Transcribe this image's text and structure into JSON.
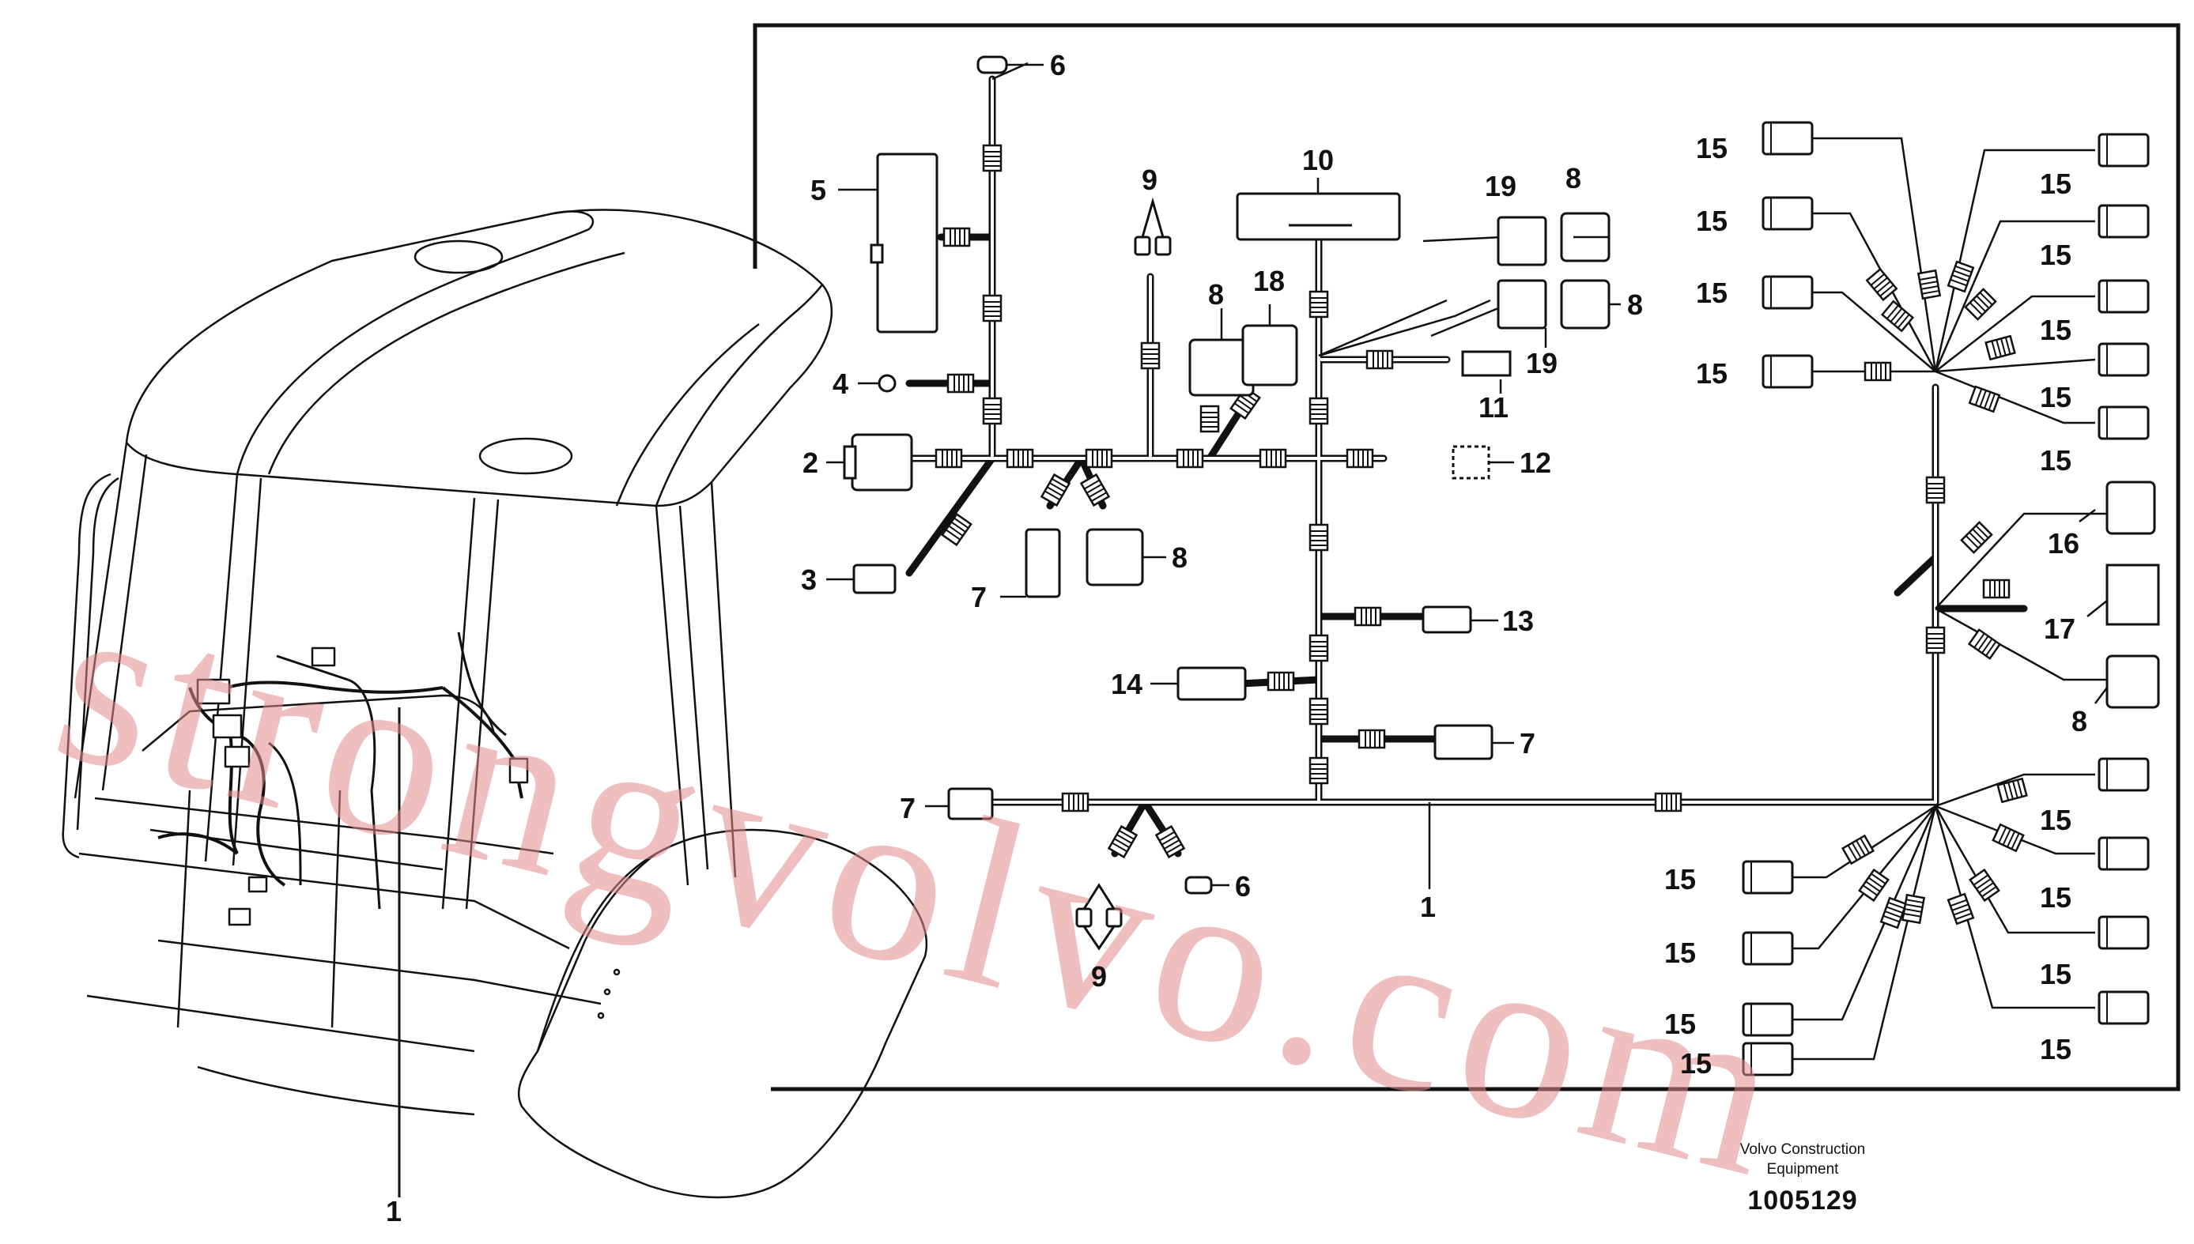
{
  "watermark": "strongvolvo.com",
  "caption": {
    "line1": "Volvo Construction",
    "line2": "Equipment",
    "number": "1005129"
  },
  "callouts": {
    "c1": "1",
    "c2": "2",
    "c3": "3",
    "c4": "4",
    "c5": "5",
    "c6": "6",
    "c7": "7",
    "c8": "8",
    "c9": "9",
    "c10": "10",
    "c11": "11",
    "c12": "12",
    "c13": "13",
    "c14": "14",
    "c15": "15",
    "c16": "16",
    "c17": "17",
    "c18": "18",
    "c19": "19"
  },
  "colors": {
    "line": "#111111",
    "watermark": "#e28a8a",
    "background": "#ffffff"
  }
}
